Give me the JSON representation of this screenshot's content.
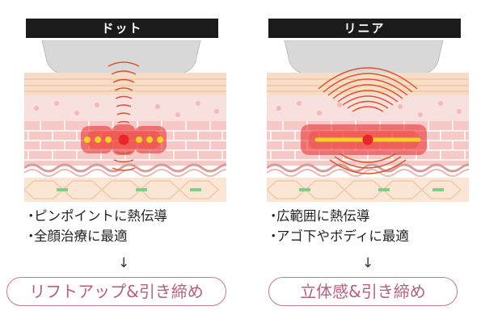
{
  "panels": [
    {
      "title": "ドット",
      "bullets": [
        "ピンポイントに熱伝導",
        "全顔治療に最適"
      ],
      "arrow": "↓",
      "result": "リフトアップ&引き締め"
    },
    {
      "title": "リニア",
      "bullets": [
        "広範囲に熱伝導",
        "アゴ下やボディに最適"
      ],
      "arrow": "↓",
      "result": "立体感&引き締め"
    }
  ],
  "bullet_marker": "・",
  "colors": {
    "title_bar": "#1b1b1b",
    "device": "#d6d6d6",
    "heat": "#e8272b",
    "focus_dot": "#e8272b",
    "line_yellow": "#f4d21f",
    "wave": "#d9542b",
    "epidermis": "#f7dcc8",
    "dermis": "#f5c7c5",
    "fat": "#fbe3d3",
    "pill_border": "#c27b93",
    "pill_text": "#b65f80"
  }
}
